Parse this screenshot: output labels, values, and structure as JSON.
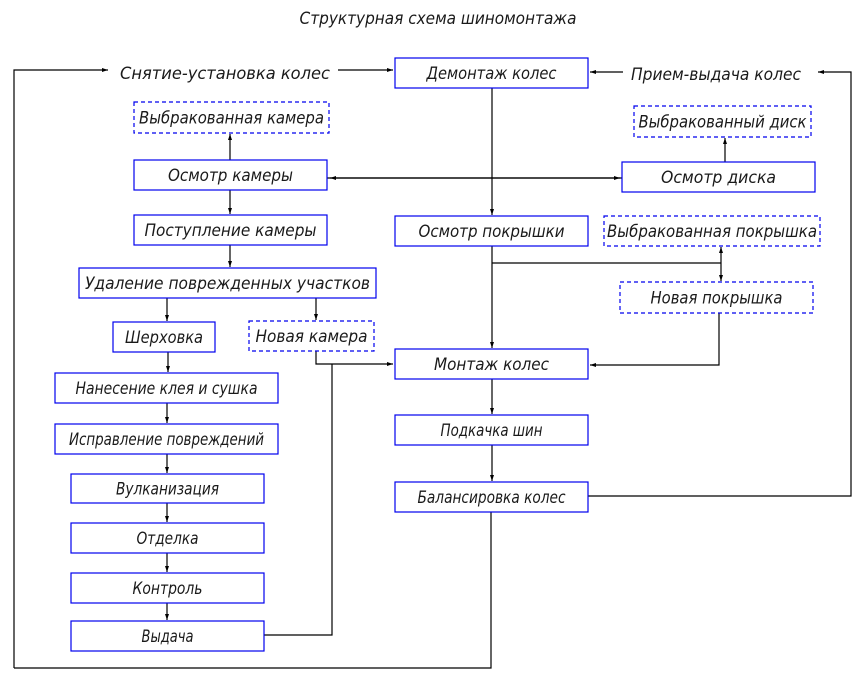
{
  "title": "Структурная схема шиномонтажа",
  "colors": {
    "box_border": "#0000ee",
    "line": "#000000",
    "text": "#1a1a1a"
  },
  "labels": {
    "removal_installation": "Снятие-установка колес",
    "reception_issue": "Прием-выдача колес"
  },
  "nodes": [
    {
      "id": "demontazh",
      "text": "Демонтаж колес",
      "style": "solid"
    },
    {
      "id": "rejected-tube",
      "text": "Выбракованная камера",
      "style": "dashed"
    },
    {
      "id": "tube-inspection",
      "text": "Осмотр камеры",
      "style": "solid"
    },
    {
      "id": "tube-intake",
      "text": "Поступление камеры",
      "style": "solid"
    },
    {
      "id": "damage-removal",
      "text": "Удаление поврежденных участков",
      "style": "solid"
    },
    {
      "id": "roughening",
      "text": "Шерховка",
      "style": "solid"
    },
    {
      "id": "new-tube",
      "text": "Новая камера",
      "style": "dashed"
    },
    {
      "id": "glue-drying",
      "text": "Нанесение клея и сушка",
      "style": "solid"
    },
    {
      "id": "damage-repair",
      "text": "Исправление повреждений",
      "style": "solid"
    },
    {
      "id": "vulcanization",
      "text": "Вулканизация",
      "style": "solid"
    },
    {
      "id": "finishing",
      "text": "Отделка",
      "style": "solid"
    },
    {
      "id": "control",
      "text": "Контроль",
      "style": "solid"
    },
    {
      "id": "issue",
      "text": "Выдача",
      "style": "solid"
    },
    {
      "id": "tire-inspection",
      "text": "Осмотр покрышки",
      "style": "solid"
    },
    {
      "id": "rejected-tire",
      "text": "Выбракованная покрышка",
      "style": "dashed"
    },
    {
      "id": "new-tire",
      "text": "Новая покрышка",
      "style": "dashed"
    },
    {
      "id": "mounting",
      "text": "Монтаж колес",
      "style": "solid"
    },
    {
      "id": "inflation",
      "text": "Подкачка шин",
      "style": "solid"
    },
    {
      "id": "balancing",
      "text": "Балансировка колес",
      "style": "solid"
    },
    {
      "id": "rejected-rim",
      "text": "Выбракованный диск",
      "style": "dashed"
    },
    {
      "id": "rim-inspection",
      "text": "Осмотр диска",
      "style": "solid"
    }
  ]
}
